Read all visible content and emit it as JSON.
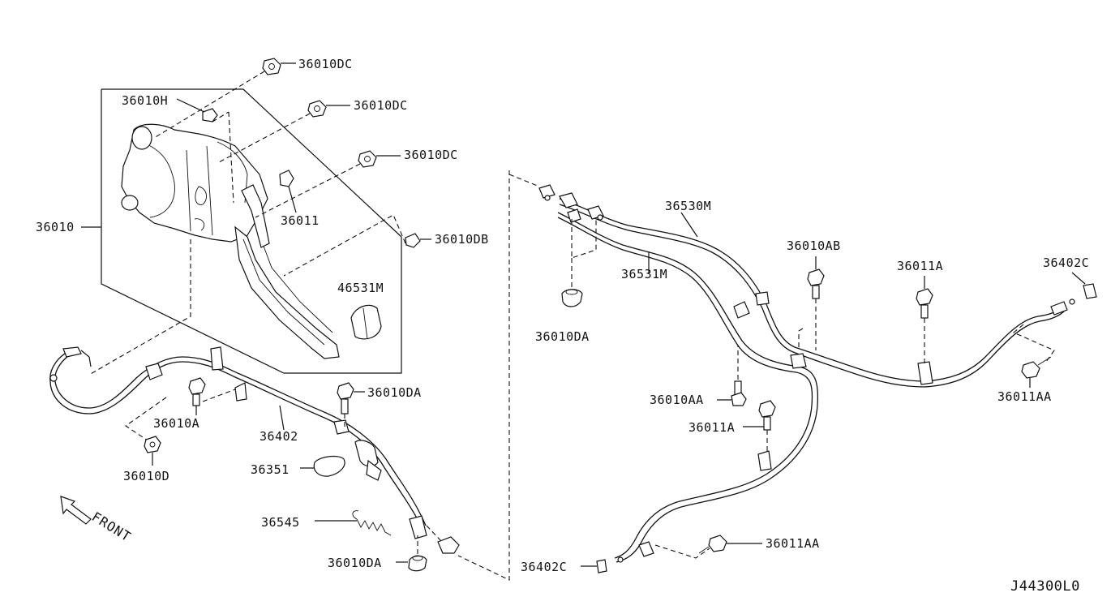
{
  "diagram_code": "J44300L0",
  "direction_label": "FRONT",
  "labels": {
    "dc_top": "36010DC",
    "h": "36010H",
    "dc_mid": "36010DC",
    "dc_low": "36010DC",
    "main_assembly": "36010",
    "cable_36011": "36011",
    "db": "36010DB",
    "pad": "46531M",
    "da_center": "36010DA",
    "a_left": "36010A",
    "d_left": "36010D",
    "front_cable": "36402",
    "plug": "36351",
    "spring": "36545",
    "da_bottom": "36010DA",
    "rear_cable_upper": "36530M",
    "rear_cable_lower": "36531M",
    "da_right": "36010DA",
    "ab": "36010AB",
    "aa": "36010AA",
    "r_11a_upper": "36011A",
    "r_11a_mid": "36011A",
    "r_402c_top": "36402C",
    "r_11aa_right": "36011AA",
    "r_11aa_bottom": "36011AA",
    "r_402c_bottom": "36402C"
  }
}
